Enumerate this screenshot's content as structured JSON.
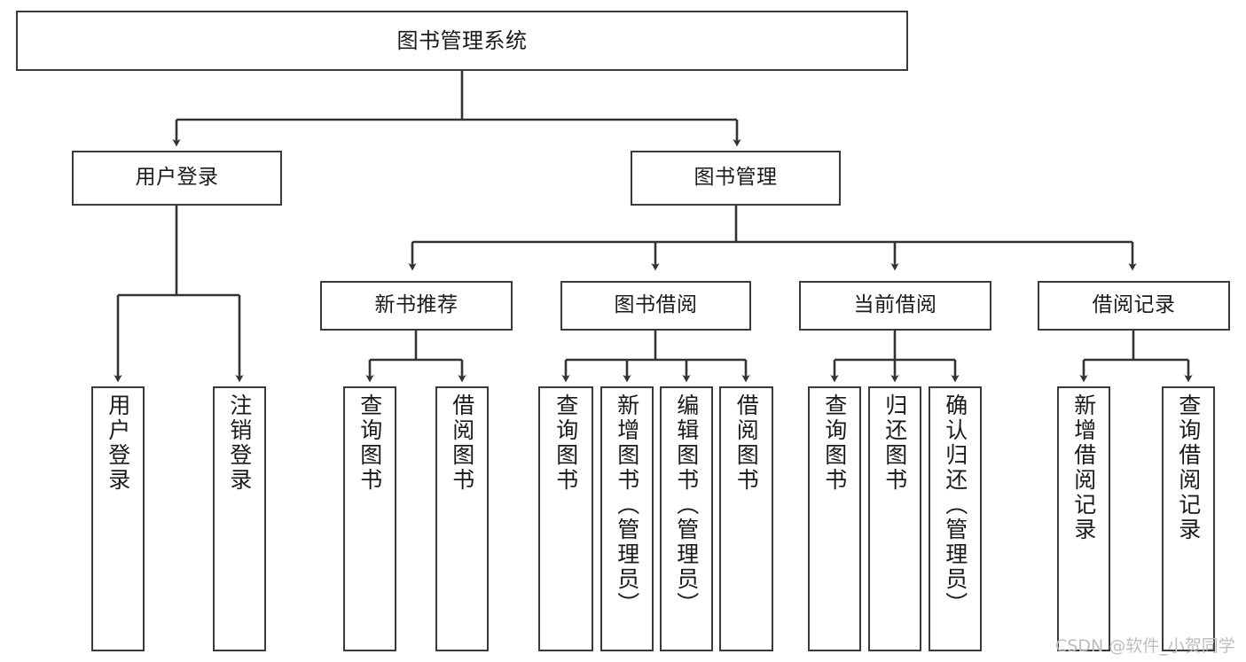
{
  "diagram": {
    "title": "图书管理系统",
    "type": "tree-hierarchy-chart",
    "colors": {
      "box_border": "#3a3a3a",
      "box_fill": "#ffffff",
      "connector": "#333333",
      "text": "#1a1a1a",
      "watermark": "#bdbdbd",
      "background": "#ffffff"
    },
    "root": {
      "label": "图书管理系统"
    },
    "level2": [
      {
        "label": "用户登录"
      },
      {
        "label": "图书管理"
      }
    ],
    "level3": [
      {
        "label": "新书推荐"
      },
      {
        "label": "图书借阅"
      },
      {
        "label": "当前借阅"
      },
      {
        "label": "借阅记录"
      }
    ],
    "leaves": {
      "user_login": [
        {
          "label": "用户登录"
        },
        {
          "label": "注销登录"
        }
      ],
      "new_book_rec": [
        {
          "label": "查询图书"
        },
        {
          "label": "借阅图书"
        }
      ],
      "book_borrow": [
        {
          "label": "查询图书"
        },
        {
          "label": "新增图书（管理员）"
        },
        {
          "label": "编辑图书（管理员）"
        },
        {
          "label": "借阅图书"
        }
      ],
      "current_borrow": [
        {
          "label": "查询图书"
        },
        {
          "label": "归还图书"
        },
        {
          "label": "确认归还（管理员）"
        }
      ],
      "borrow_record": [
        {
          "label": "新增借阅记录"
        },
        {
          "label": "查询借阅记录"
        }
      ]
    }
  },
  "watermark": {
    "text": "CSDN @软件_小贺同学"
  }
}
